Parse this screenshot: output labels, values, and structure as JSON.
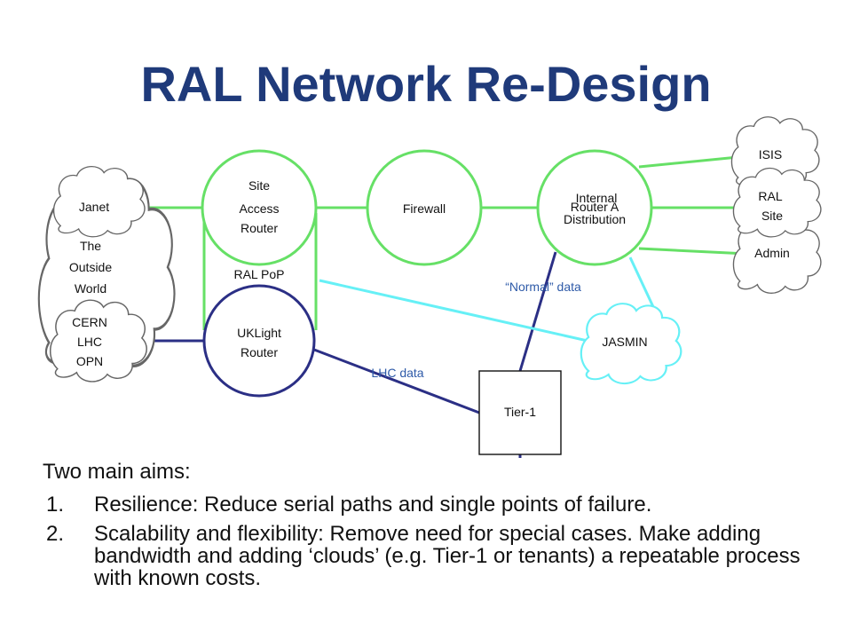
{
  "title": "RAL Network Re-Design",
  "diagram": {
    "nodes": {
      "site_access_router": [
        "Site",
        "Access",
        "Router"
      ],
      "firewall": "Firewall",
      "internal_distribution": [
        "Internal",
        "Distribution"
      ],
      "router_a": "Router A",
      "ukl_router": [
        "UKLight",
        "Router"
      ],
      "tier1": "Tier-1",
      "ral_pop": "RAL PoP"
    },
    "clouds": {
      "janet": "Janet",
      "outside_world": [
        "The",
        "Outside",
        "World"
      ],
      "cern": [
        "CERN",
        "LHC",
        "OPN"
      ],
      "isis": "ISIS",
      "ral_site": [
        "RAL",
        "Site"
      ],
      "admin": "Admin",
      "jasmin": "JASMIN"
    },
    "links": {
      "normal_data": "“Normal” data",
      "lhc_data": "LHC data"
    },
    "colors": {
      "green": "#66e066",
      "navy": "#2b2f85",
      "cyan": "#66f0f6",
      "cloud_stroke": "#666666"
    }
  },
  "aims": {
    "heading": "Two main aims:",
    "items": [
      {
        "num": "1.",
        "text": "Resilience: Reduce serial paths and single points of failure."
      },
      {
        "num": "2.",
        "text": "Scalability and flexibility: Remove need for special cases. Make adding bandwidth and adding ‘clouds’ (e.g. Tier-1 or tenants) a repeatable process with known costs."
      }
    ]
  }
}
